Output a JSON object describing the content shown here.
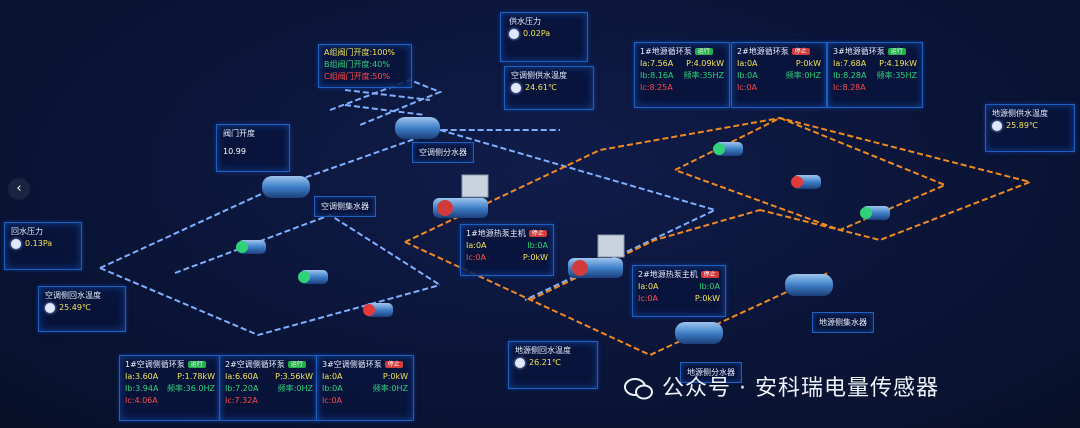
{
  "sensors": {
    "supply_pressure": {
      "title": "供水压力",
      "value": "0.02Pa"
    },
    "return_pressure": {
      "title": "回水压力",
      "value": "0.13Pa"
    },
    "ac_supply_temp": {
      "title": "空调侧供水温度",
      "value": "24.61℃"
    },
    "ac_return_temp": {
      "title": "空调侧回水温度",
      "value": "25.49℃"
    },
    "gs_supply_temp": {
      "title": "地源侧供水温度",
      "value": "25.89℃"
    },
    "gs_return_temp": {
      "title": "地源侧回水温度",
      "value": "26.21℃"
    }
  },
  "valve": {
    "title": "阀门开度",
    "value": "10.99"
  },
  "valve_status": {
    "a": "A组阀门开度:100%",
    "b": "B组阀门开度:40%",
    "c": "C组阀门开度:50%"
  },
  "labels": {
    "ac_dist": "空调侧分水器",
    "ac_coll": "空调侧集水器",
    "gs_dist": "地源侧分水器",
    "gs_coll": "地源侧集水器"
  },
  "heat_pumps": [
    {
      "title": "1#地源热泵主机",
      "badge": "停止",
      "ia": "Ia:0A",
      "ib": "Ib:0A",
      "ic": "Ic:0A",
      "p": "P:0kW"
    },
    {
      "title": "2#地源热泵主机",
      "badge": "停止",
      "ia": "Ia:0A",
      "ib": "Ib:0A",
      "ic": "Ic:0A",
      "p": "P:0kW"
    }
  ],
  "gs_pumps": [
    {
      "title": "1#地源循环泵",
      "badge": "运行",
      "state": "on",
      "ia": "Ia:7.56A",
      "p": "P:4.09kW",
      "ib": "Ib:8.16A",
      "f": "频率:35HZ",
      "ic": "Ic:8.25A"
    },
    {
      "title": "2#地源循环泵",
      "badge": "停止",
      "state": "off",
      "ia": "Ia:0A",
      "p": "P:0kW",
      "ib": "Ib:0A",
      "f": "频率:0HZ",
      "ic": "Ic:0A"
    },
    {
      "title": "3#地源循环泵",
      "badge": "运行",
      "state": "on",
      "ia": "Ia:7.68A",
      "p": "P:4.19kW",
      "ib": "Ib:8.28A",
      "f": "频率:35HZ",
      "ic": "Ic:8.28A"
    }
  ],
  "ac_pumps": [
    {
      "title": "1#空调侧循环泵",
      "badge": "运行",
      "state": "on",
      "ia": "Ia:3.60A",
      "p": "P:1.78kW",
      "ib": "Ib:3.94A",
      "f": "频率:36.0HZ",
      "ic": "Ic:4.06A"
    },
    {
      "title": "2#空调侧循环泵",
      "badge": "运行",
      "state": "on",
      "ia": "Ia:6.60A",
      "p": "P:3.56kW",
      "ib": "Ib:7.20A",
      "f": "频率:0HZ",
      "ic": "Ic:7.32A"
    },
    {
      "title": "3#空调侧循环泵",
      "badge": "停止",
      "state": "off",
      "ia": "Ia:0A",
      "p": "P:0kW",
      "ib": "Ib:0A",
      "f": "频率:0HZ",
      "ic": "Ic:0A"
    }
  ],
  "watermark": "公众号 · 安科瑞电量传感器",
  "colors": {
    "blue_pipe": "#4a8cff",
    "orange_pipe": "#f08a24",
    "on": "#22b04a",
    "off": "#d23b3b"
  }
}
